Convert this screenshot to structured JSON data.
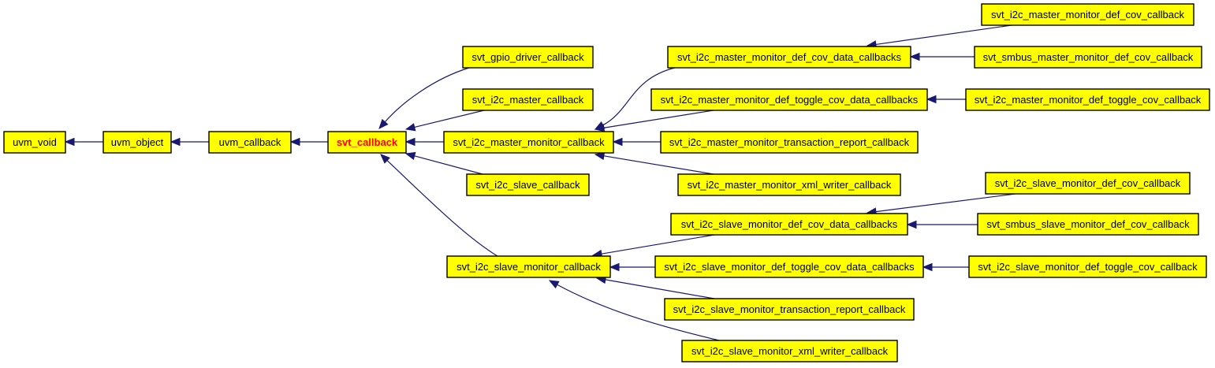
{
  "diagram": {
    "nodes": [
      {
        "id": "uvm_void",
        "label": "uvm_void"
      },
      {
        "id": "uvm_object",
        "label": "uvm_object"
      },
      {
        "id": "uvm_callback",
        "label": "uvm_callback"
      },
      {
        "id": "svt_callback",
        "label": "svt_callback",
        "highlight": true
      },
      {
        "id": "svt_gpio_driver_callback",
        "label": "svt_gpio_driver_callback"
      },
      {
        "id": "svt_i2c_master_callback",
        "label": "svt_i2c_master_callback"
      },
      {
        "id": "svt_i2c_master_monitor_callback",
        "label": "svt_i2c_master_monitor_callback"
      },
      {
        "id": "svt_i2c_slave_callback",
        "label": "svt_i2c_slave_callback"
      },
      {
        "id": "svt_i2c_slave_monitor_callback",
        "label": "svt_i2c_slave_monitor_callback"
      },
      {
        "id": "svt_i2c_master_monitor_def_cov_data_callbacks",
        "label": "svt_i2c_master_monitor_def_cov_data_callbacks"
      },
      {
        "id": "svt_i2c_master_monitor_def_toggle_cov_data_callbacks",
        "label": "svt_i2c_master_monitor_def_toggle_cov_data_callbacks"
      },
      {
        "id": "svt_i2c_master_monitor_transaction_report_callback",
        "label": "svt_i2c_master_monitor_transaction_report_callback"
      },
      {
        "id": "svt_i2c_master_monitor_xml_writer_callback",
        "label": "svt_i2c_master_monitor_xml_writer_callback"
      },
      {
        "id": "svt_i2c_slave_monitor_def_cov_data_callbacks",
        "label": "svt_i2c_slave_monitor_def_cov_data_callbacks"
      },
      {
        "id": "svt_i2c_slave_monitor_def_toggle_cov_data_callbacks",
        "label": "svt_i2c_slave_monitor_def_toggle_cov_data_callbacks"
      },
      {
        "id": "svt_i2c_slave_monitor_transaction_report_callback",
        "label": "svt_i2c_slave_monitor_transaction_report_callback"
      },
      {
        "id": "svt_i2c_slave_monitor_xml_writer_callback",
        "label": "svt_i2c_slave_monitor_xml_writer_callback"
      },
      {
        "id": "svt_i2c_master_monitor_def_cov_callback",
        "label": "svt_i2c_master_monitor_def_cov_callback"
      },
      {
        "id": "svt_smbus_master_monitor_def_cov_callback",
        "label": "svt_smbus_master_monitor_def_cov_callback"
      },
      {
        "id": "svt_i2c_master_monitor_def_toggle_cov_callback",
        "label": "svt_i2c_master_monitor_def_toggle_cov_callback"
      },
      {
        "id": "svt_i2c_slave_monitor_def_cov_callback",
        "label": "svt_i2c_slave_monitor_def_cov_callback"
      },
      {
        "id": "svt_smbus_slave_monitor_def_cov_callback",
        "label": "svt_smbus_slave_monitor_def_cov_callback"
      },
      {
        "id": "svt_i2c_slave_monitor_def_toggle_cov_callback",
        "label": "svt_i2c_slave_monitor_def_toggle_cov_callback"
      }
    ],
    "edges": [
      {
        "from": "uvm_object",
        "to": "uvm_void"
      },
      {
        "from": "uvm_callback",
        "to": "uvm_object"
      },
      {
        "from": "svt_callback",
        "to": "uvm_callback"
      },
      {
        "from": "svt_gpio_driver_callback",
        "to": "svt_callback"
      },
      {
        "from": "svt_i2c_master_callback",
        "to": "svt_callback"
      },
      {
        "from": "svt_i2c_master_monitor_callback",
        "to": "svt_callback"
      },
      {
        "from": "svt_i2c_slave_callback",
        "to": "svt_callback"
      },
      {
        "from": "svt_i2c_slave_monitor_callback",
        "to": "svt_callback"
      },
      {
        "from": "svt_i2c_master_monitor_def_cov_data_callbacks",
        "to": "svt_i2c_master_monitor_callback"
      },
      {
        "from": "svt_i2c_master_monitor_def_toggle_cov_data_callbacks",
        "to": "svt_i2c_master_monitor_callback"
      },
      {
        "from": "svt_i2c_master_monitor_transaction_report_callback",
        "to": "svt_i2c_master_monitor_callback"
      },
      {
        "from": "svt_i2c_master_monitor_xml_writer_callback",
        "to": "svt_i2c_master_monitor_callback"
      },
      {
        "from": "svt_i2c_master_monitor_def_cov_callback",
        "to": "svt_i2c_master_monitor_def_cov_data_callbacks"
      },
      {
        "from": "svt_smbus_master_monitor_def_cov_callback",
        "to": "svt_i2c_master_monitor_def_cov_data_callbacks"
      },
      {
        "from": "svt_i2c_master_monitor_def_toggle_cov_callback",
        "to": "svt_i2c_master_monitor_def_toggle_cov_data_callbacks"
      },
      {
        "from": "svt_i2c_slave_monitor_def_cov_data_callbacks",
        "to": "svt_i2c_slave_monitor_callback"
      },
      {
        "from": "svt_i2c_slave_monitor_def_toggle_cov_data_callbacks",
        "to": "svt_i2c_slave_monitor_callback"
      },
      {
        "from": "svt_i2c_slave_monitor_transaction_report_callback",
        "to": "svt_i2c_slave_monitor_callback"
      },
      {
        "from": "svt_i2c_slave_monitor_xml_writer_callback",
        "to": "svt_i2c_slave_monitor_callback"
      },
      {
        "from": "svt_i2c_slave_monitor_def_cov_callback",
        "to": "svt_i2c_slave_monitor_def_cov_data_callbacks"
      },
      {
        "from": "svt_smbus_slave_monitor_def_cov_callback",
        "to": "svt_i2c_slave_monitor_def_cov_data_callbacks"
      },
      {
        "from": "svt_i2c_slave_monitor_def_toggle_cov_callback",
        "to": "svt_i2c_slave_monitor_def_toggle_cov_data_callbacks"
      }
    ],
    "colors": {
      "node_fill": "#ffff00",
      "node_border": "#000000",
      "edge": "#191970",
      "highlight_text": "#ff0000"
    }
  }
}
